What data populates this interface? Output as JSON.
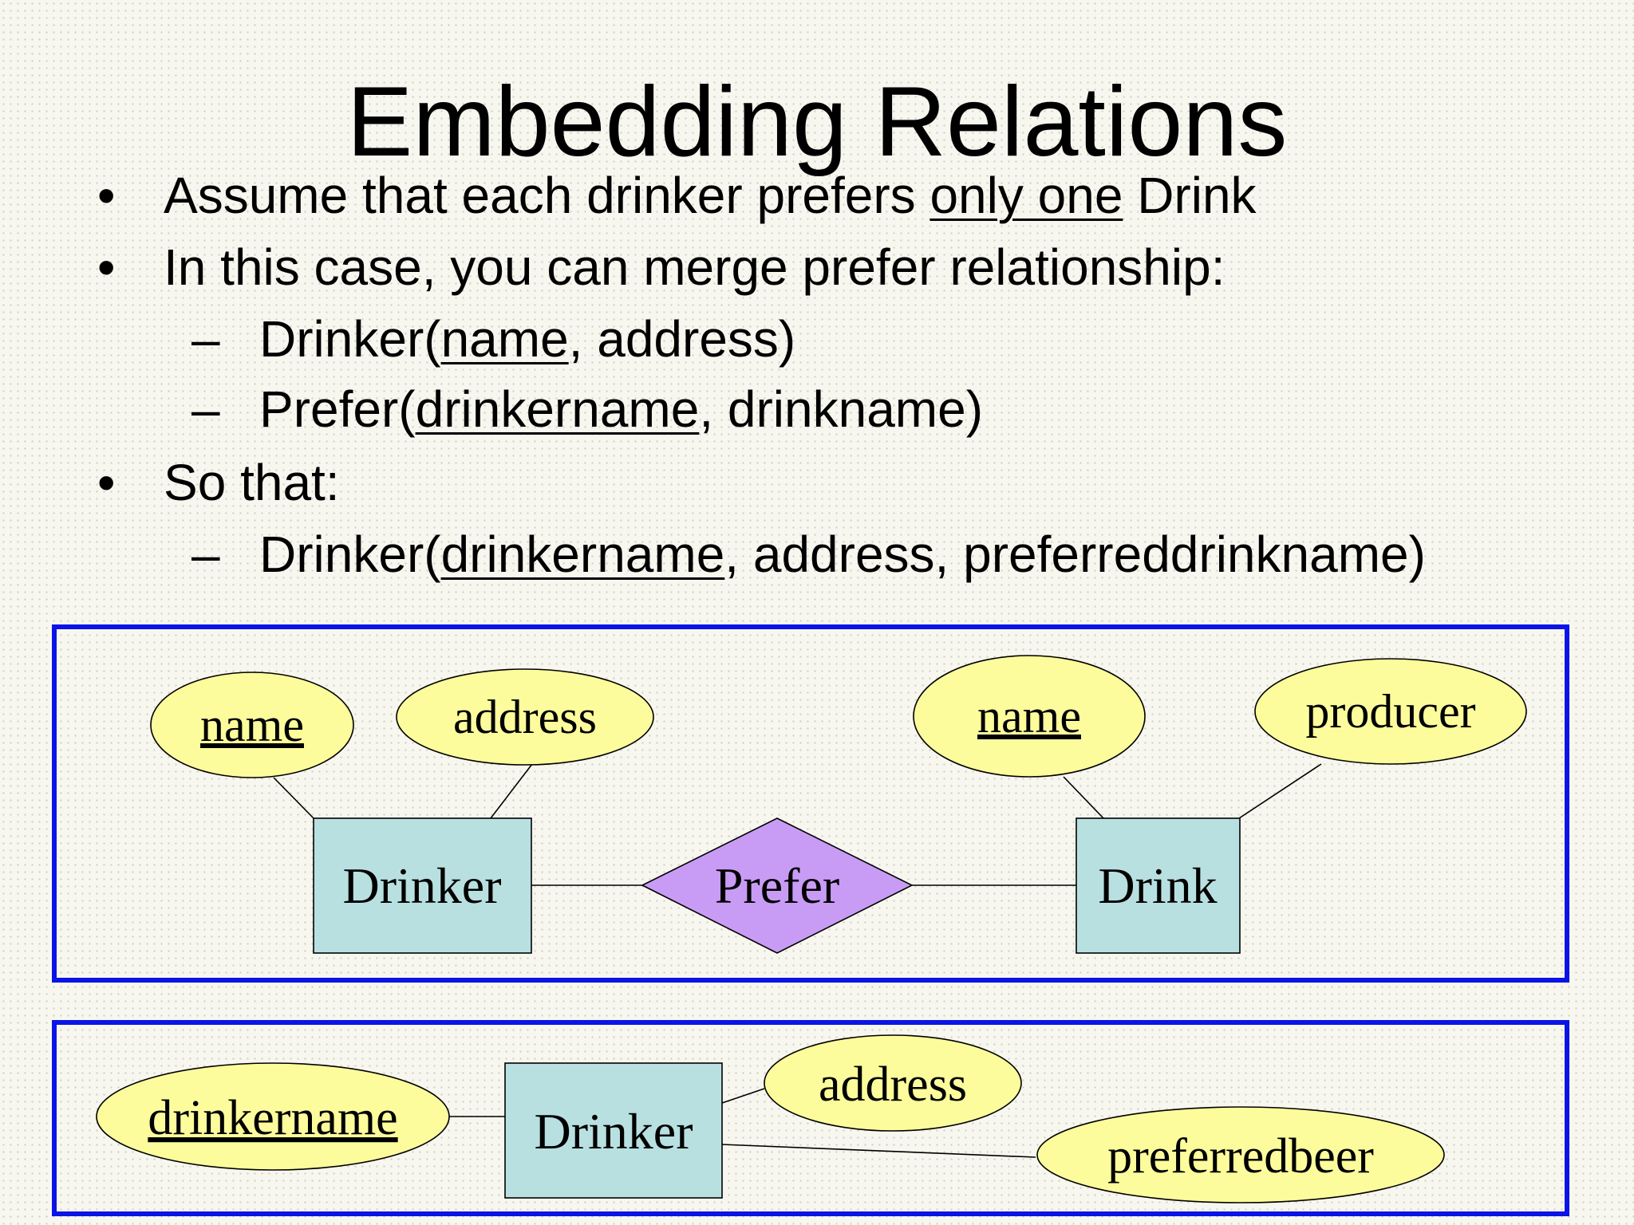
{
  "title": "Embedding Relations",
  "bullets": [
    {
      "marker": "•",
      "pre": "Assume that each drinker prefers ",
      "u": "only one",
      "post": " Drink"
    },
    {
      "marker": "•",
      "pre": "In this case, you can merge prefer relationship:",
      "u": "",
      "post": ""
    },
    {
      "marker": "–",
      "pre": "Drinker(",
      "u": "name",
      "post": ", address)"
    },
    {
      "marker": "–",
      "pre": "Prefer(",
      "u": "drinkername",
      "post": ", drinkname)"
    },
    {
      "marker": "•",
      "pre": "So that:",
      "u": "",
      "post": ""
    },
    {
      "marker": "–",
      "pre": "Drinker(",
      "u": "drinkername",
      "post": ", address, preferreddrinkname)"
    }
  ],
  "diagram1": {
    "entities": {
      "drinker": "Drinker",
      "drink": "Drink"
    },
    "relationship": "Prefer",
    "attributes": {
      "drinker_name": "name",
      "drinker_address": "address",
      "drink_name": "name",
      "drink_producer": "producer"
    }
  },
  "diagram2": {
    "entity": "Drinker",
    "attributes": {
      "drinkername": "drinkername",
      "address": "address",
      "preferredbeer": "preferredbeer"
    }
  },
  "colors": {
    "frame": "#0a14e6",
    "entity_fill": "#b9e0e1",
    "relationship_fill": "#c89cf4",
    "attribute_fill": "#fcfc9c"
  }
}
